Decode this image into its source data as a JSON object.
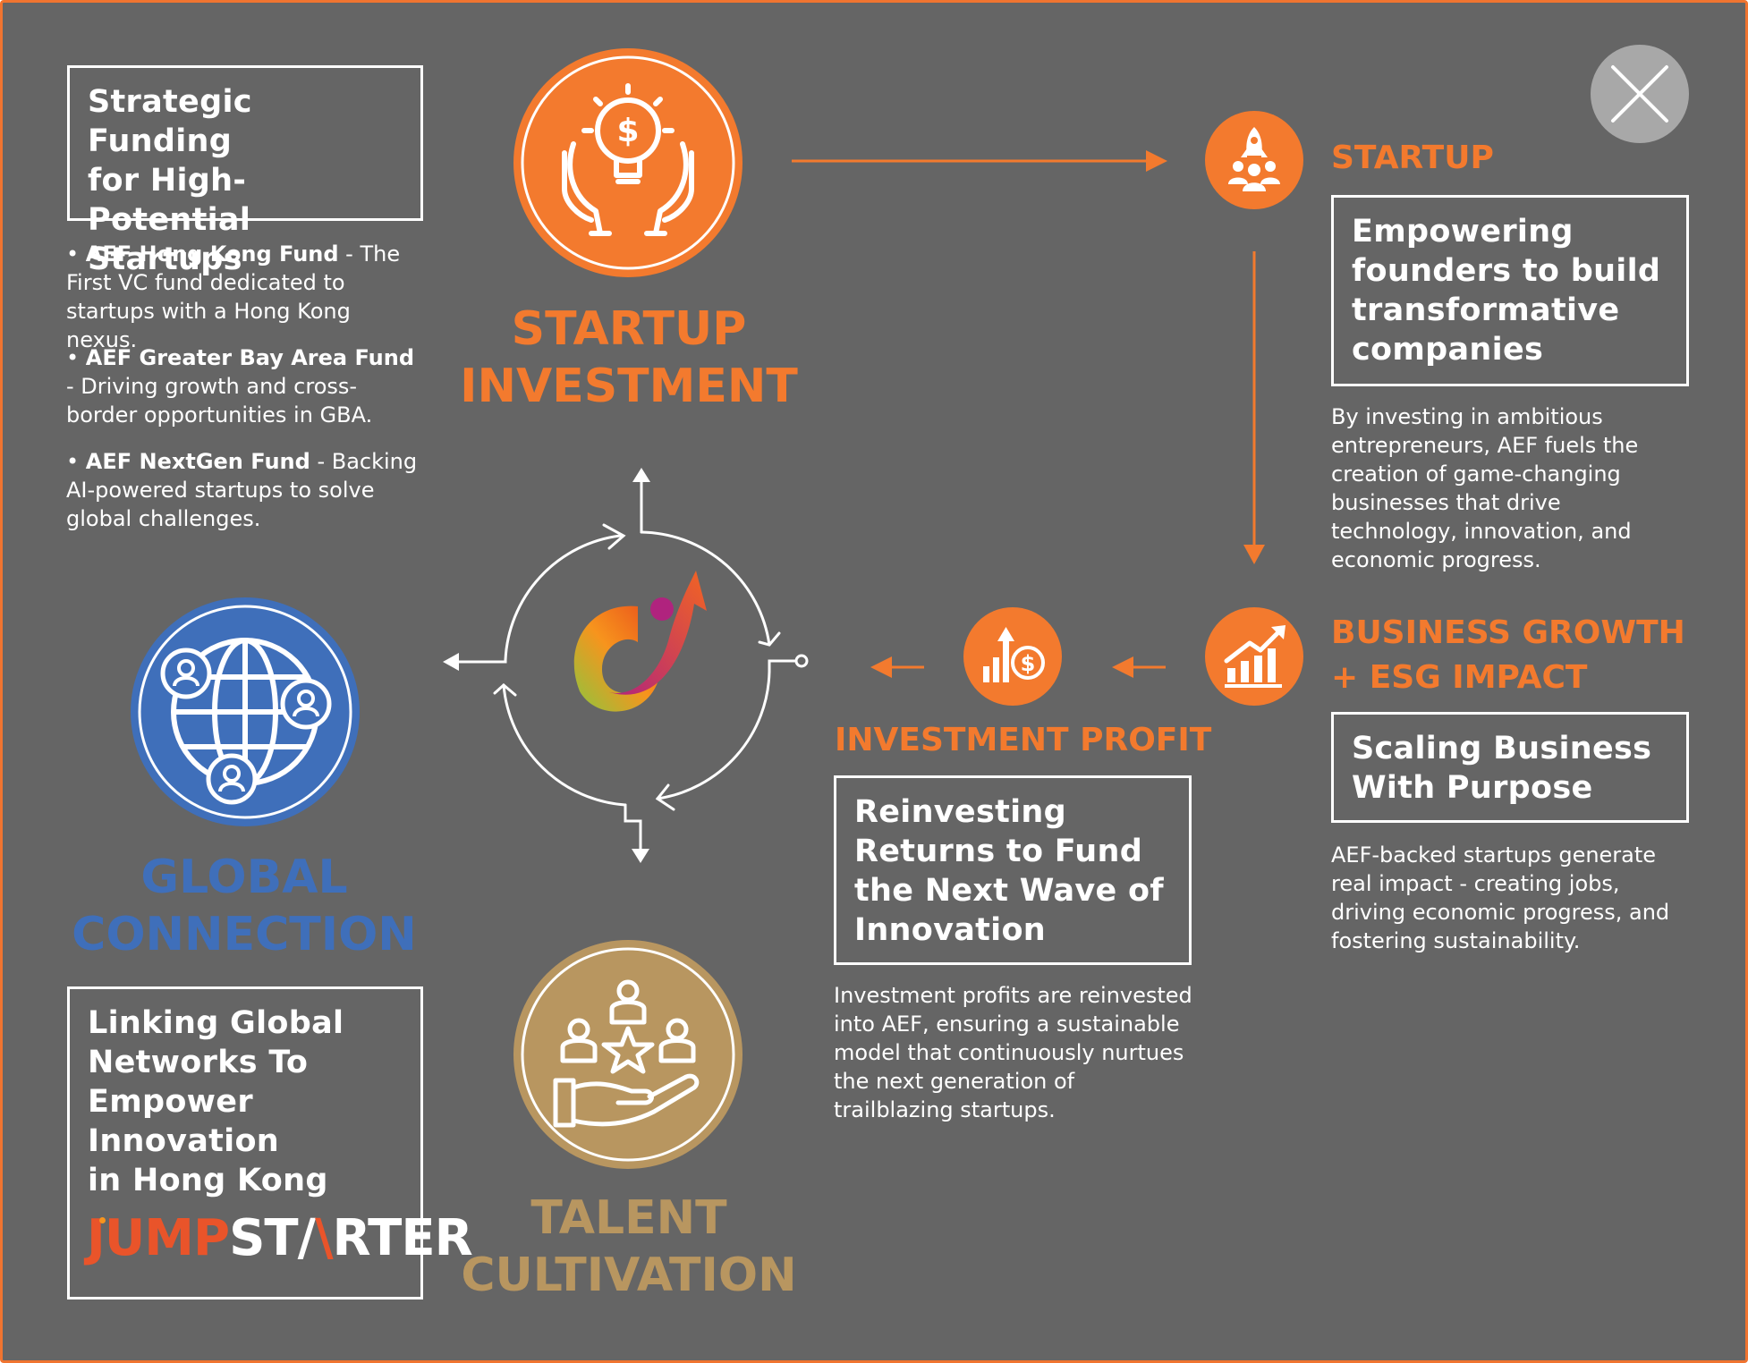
{
  "colors": {
    "background": "#656565",
    "accent_orange": "#f37a2e",
    "global_blue": "#3f6fba",
    "talent_gold": "#b89660",
    "white": "#ffffff",
    "close_gray": "#a8a8a8"
  },
  "close_button": {
    "icon": "close-icon"
  },
  "strategic": {
    "box_lines": [
      "Strategic Funding",
      "for High-Potential",
      "Startups"
    ],
    "bullets": [
      {
        "name": "AEF Hong Kong Fund",
        "text": " - The First VC fund dedicated to startups with a Hong Kong nexus."
      },
      {
        "name": "AEF Greater Bay Area Fund",
        "text": " - Driving growth and cross-border opportunities in GBA."
      },
      {
        "name": "AEF NextGen Fund",
        "text": " - Backing AI-powered startups to solve global challenges."
      }
    ]
  },
  "startup_investment": {
    "icon": "money-hands-icon",
    "title_lines": [
      "STARTUP",
      "INVESTMENT"
    ]
  },
  "startup": {
    "icon": "rocket-team-icon",
    "heading": "STARTUP",
    "box_lines": [
      "Empowering",
      "founders to build",
      "transformative",
      "companies"
    ],
    "desc_lines": [
      "By investing in ambitious",
      "entrepreneurs, AEF fuels the",
      "creation of game-changing",
      "businesses that drive",
      "technology, innovation, and",
      "economic progress."
    ]
  },
  "business_growth": {
    "icon": "growth-chart-icon",
    "heading_lines": [
      "BUSINESS GROWTH",
      "+ ESG IMPACT"
    ],
    "box_lines": [
      "Scaling Business",
      "With Purpose"
    ],
    "desc_lines": [
      "AEF-backed startups generate",
      "real impact - creating jobs,",
      "driving economic progress, and",
      "fostering sustainability."
    ]
  },
  "investment_profit": {
    "icon": "profit-chart-icon",
    "heading": "INVESTMENT PROFIT",
    "box_lines": [
      "Reinvesting",
      "Returns to Fund",
      "the Next Wave of",
      "Innovation"
    ],
    "desc_lines": [
      "Investment profits are reinvested",
      "into AEF, ensuring a sustainable",
      "model that continuously nurtues",
      "the next generation of",
      "trailblazing startups."
    ]
  },
  "global_connection": {
    "icon": "globe-network-icon",
    "title_lines": [
      "GLOBAL",
      "CONNECTION"
    ],
    "box_lines": [
      "Linking Global",
      "Networks To",
      "Empower",
      "Innovation",
      "in Hong Kong"
    ],
    "logo_parts": [
      "JUMP",
      "ST",
      "/",
      "\\",
      "RTER"
    ]
  },
  "talent_cultivation": {
    "icon": "talent-hand-icon",
    "title_lines": [
      "TALENT",
      "CULTIVATION"
    ]
  },
  "center": {
    "icon": "aef-logo-icon"
  }
}
